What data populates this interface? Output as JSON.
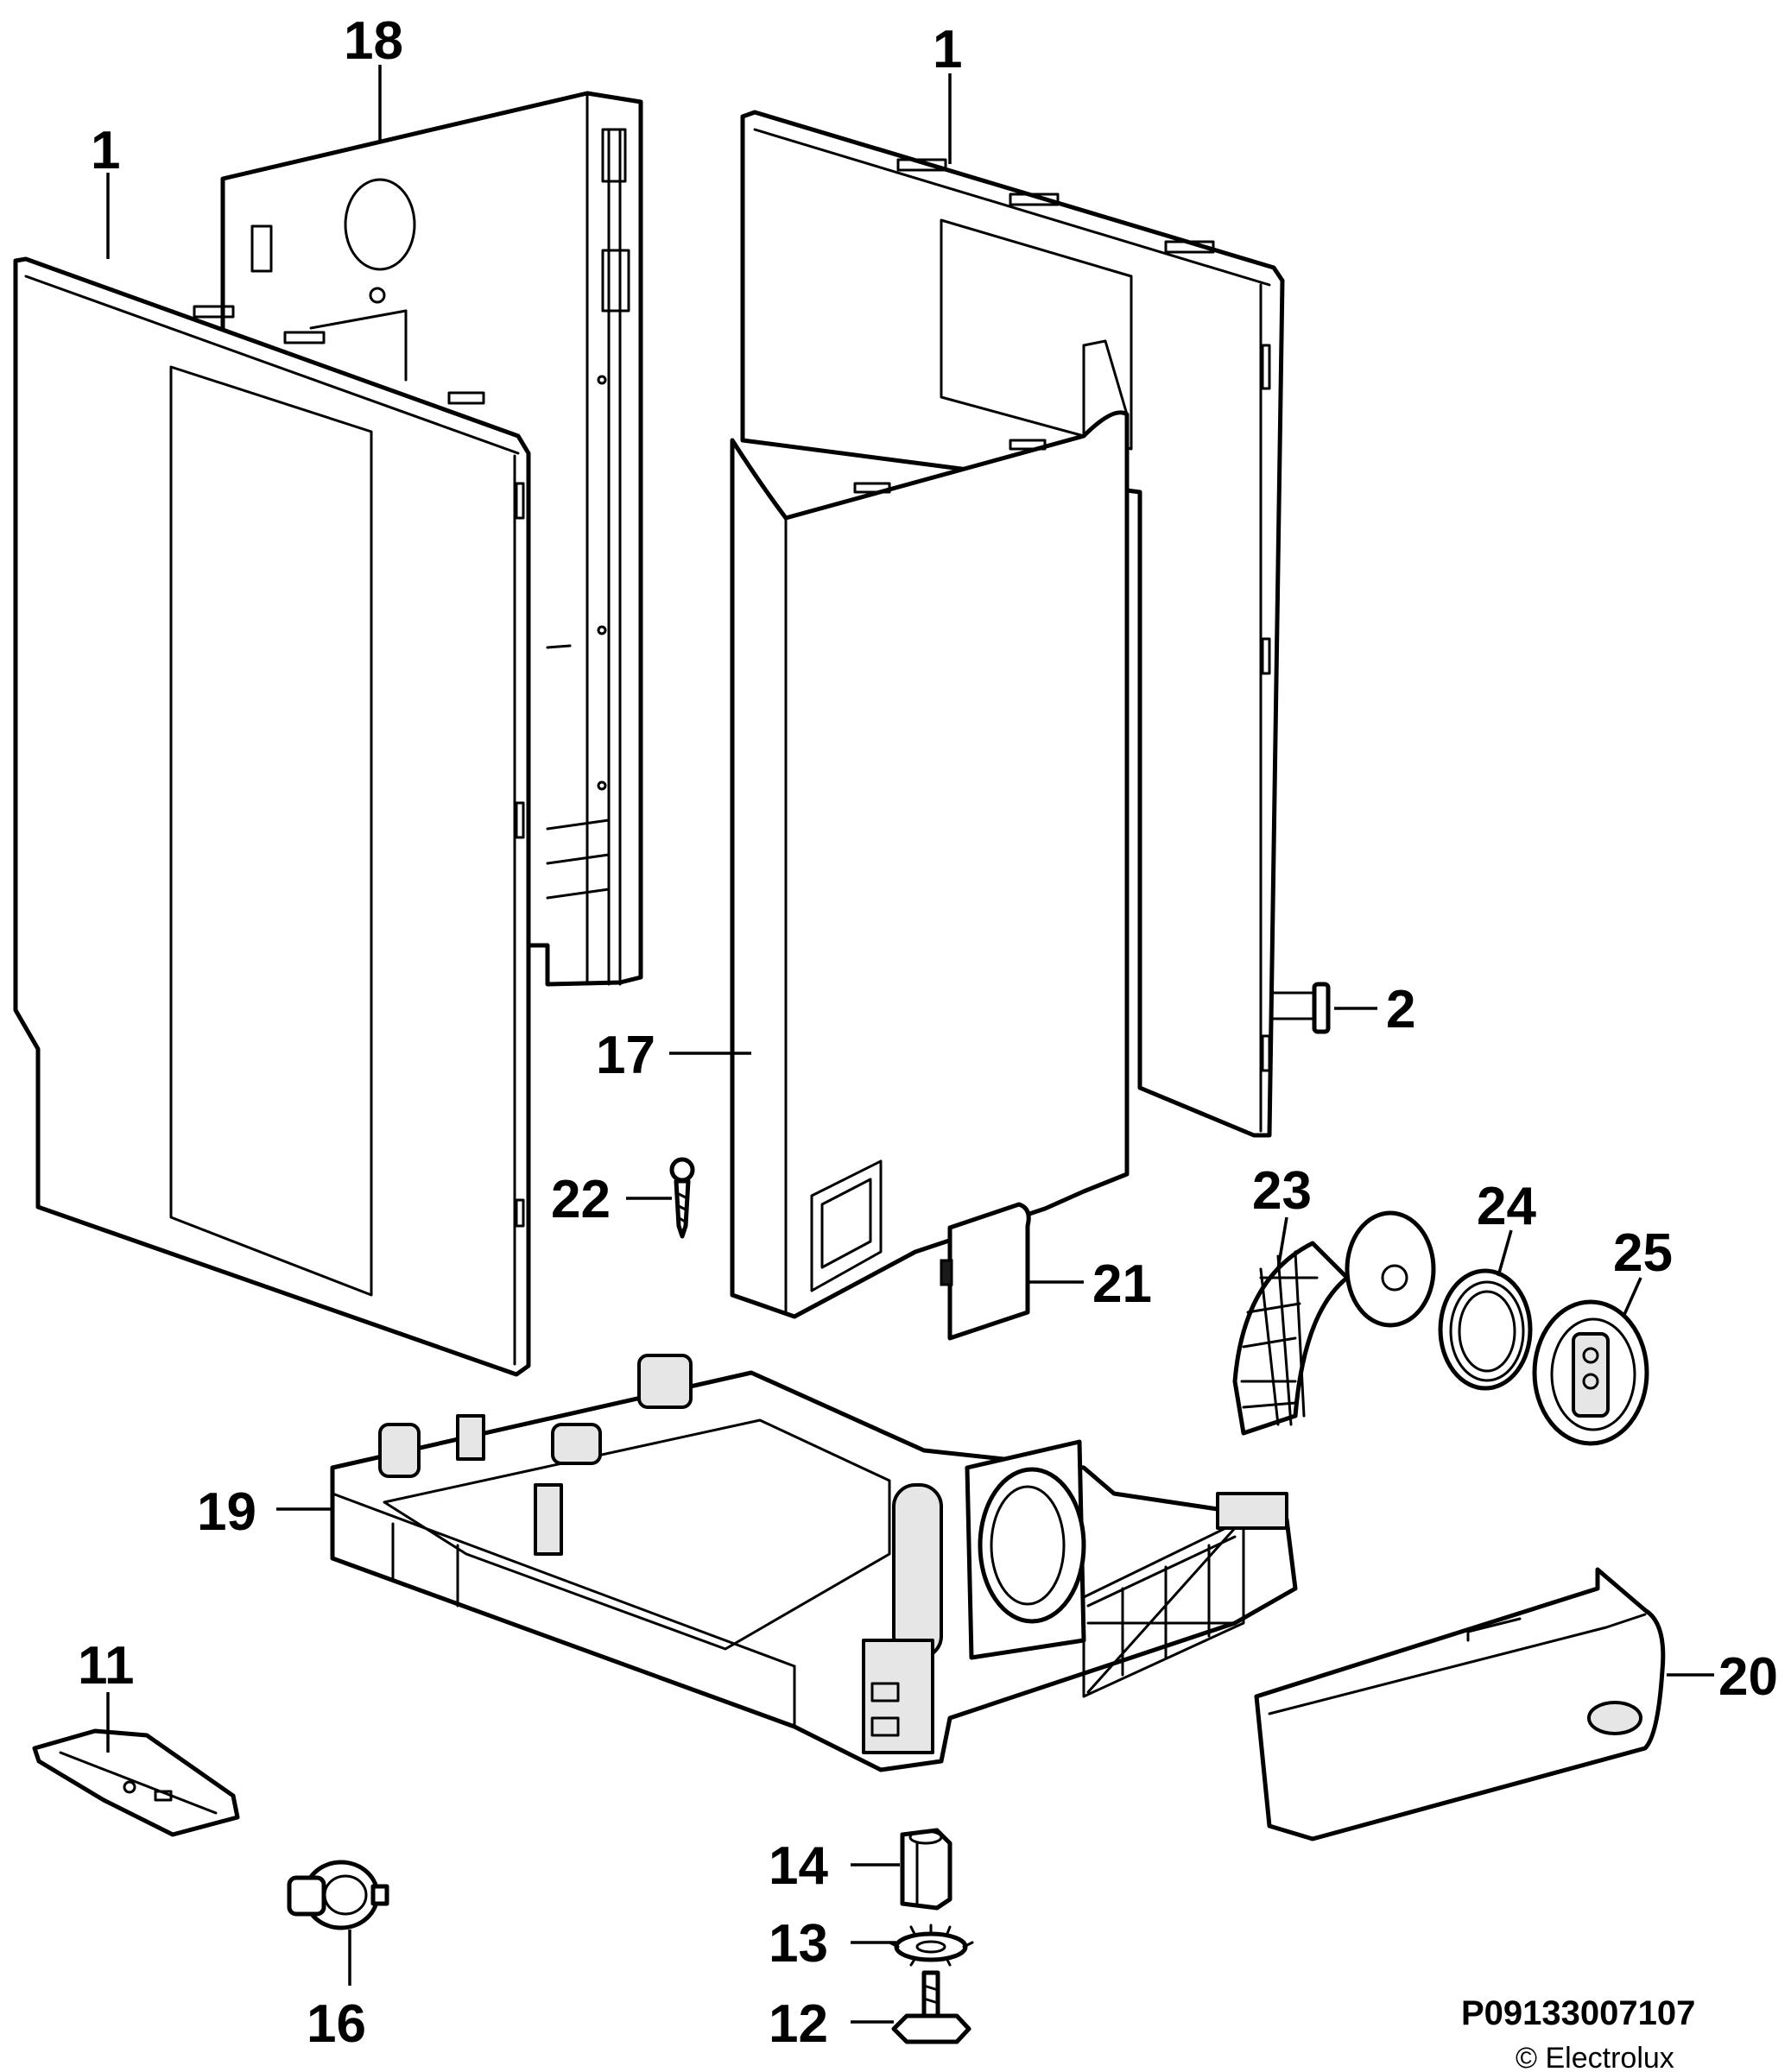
{
  "labels": {
    "l1_left": "1",
    "l18": "18",
    "l1_right": "1",
    "l2": "2",
    "l17": "17",
    "l22": "22",
    "l21": "21",
    "l23": "23",
    "l24": "24",
    "l25": "25",
    "l19": "19",
    "l20": "20",
    "l11": "11",
    "l14": "14",
    "l13": "13",
    "l12": "12",
    "l16": "16"
  },
  "footer": {
    "code": "P09133007107",
    "copyright": "© Electrolux"
  }
}
